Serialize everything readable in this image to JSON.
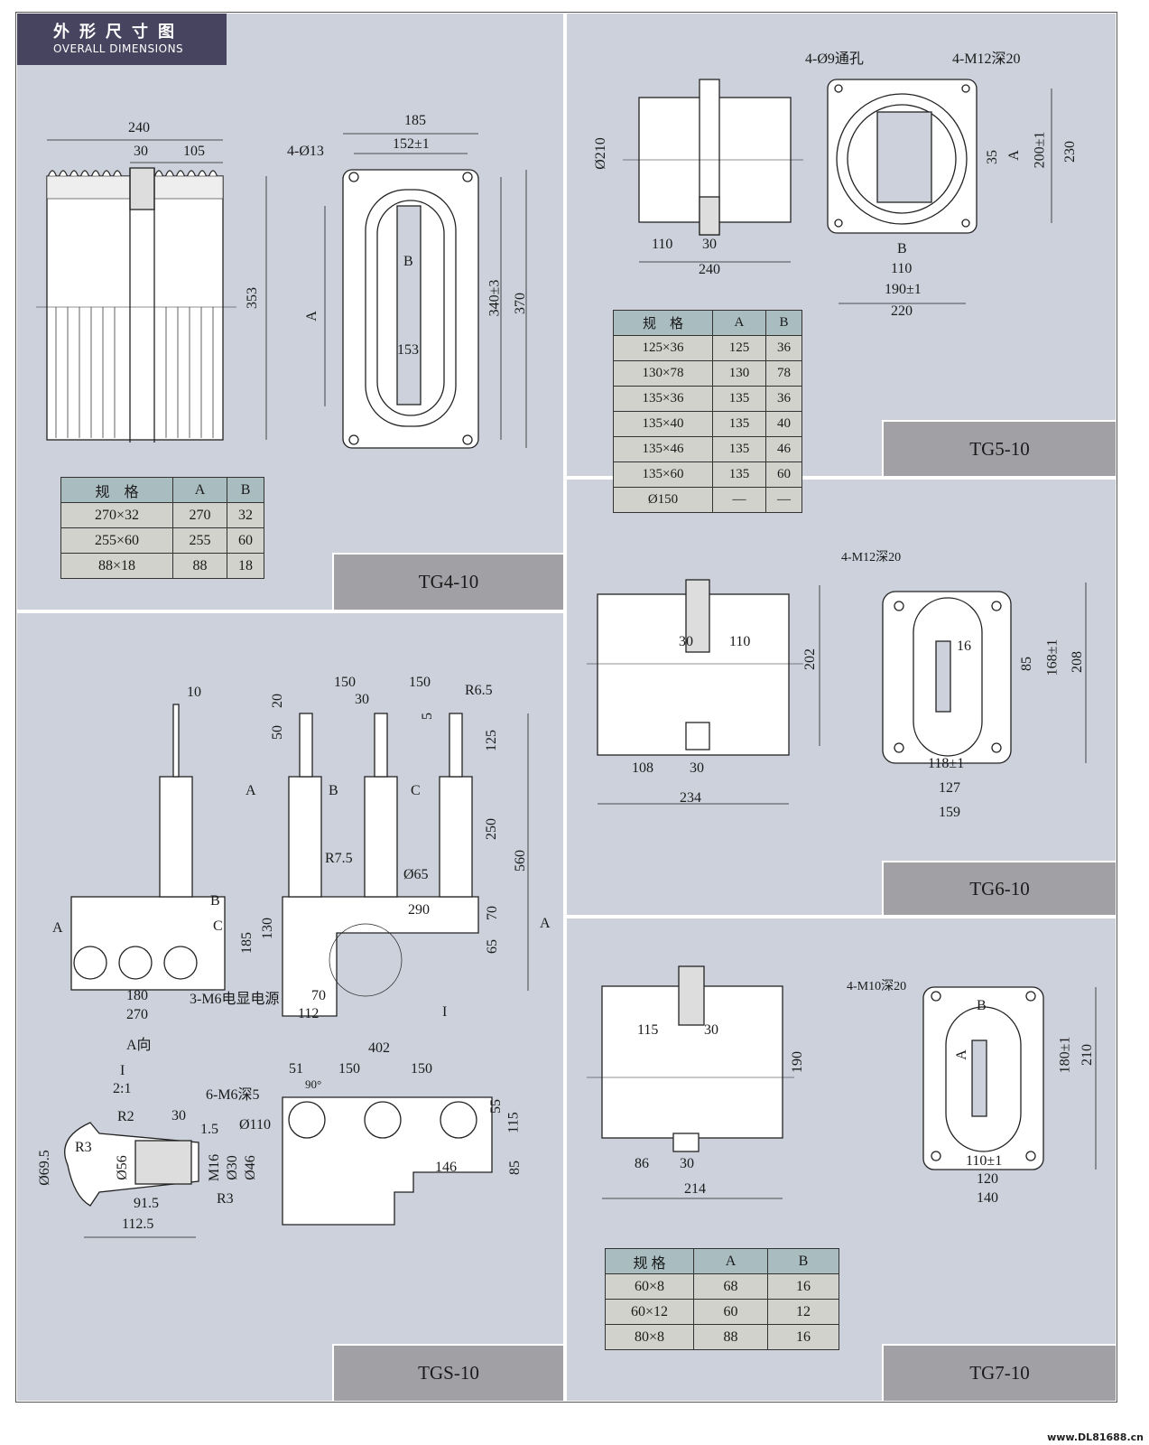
{
  "header": {
    "title_cn": "外形尺寸图",
    "title_en": "OVERALL DIMENSIONS"
  },
  "watermark": "www.DL81688.cn",
  "colors": {
    "panel_bg": "#ccd1dc",
    "header_bg": "#474460",
    "label_bg": "#a1a1a5",
    "table_head": "#a9bcc0",
    "table_cell": "#d2d2cc"
  },
  "panels": {
    "tg4": {
      "model": "TG4-10",
      "dims": {
        "d240": "240",
        "d30": "30",
        "d105": "105",
        "d353": "353",
        "d185": "185",
        "d152": "152±1",
        "holes": "4-Ø13",
        "B": "B",
        "A": "A",
        "d153": "153",
        "d340": "340±3",
        "d370": "370"
      },
      "table": {
        "headers": [
          "规　格",
          "A",
          "B"
        ],
        "rows": [
          [
            "270×32",
            "270",
            "32"
          ],
          [
            "255×60",
            "255",
            "60"
          ],
          [
            "88×18",
            "88",
            "18"
          ]
        ]
      }
    },
    "tg5": {
      "model": "TG5-10",
      "dims": {
        "phi210": "Ø210",
        "d110": "110",
        "d30": "30",
        "d240": "240",
        "holes": "4-Ø9通孔",
        "thread": "4-M12深20",
        "d35": "35",
        "A": "A",
        "d200": "200±1",
        "d230": "230",
        "B": "B",
        "d110b": "110",
        "d190": "190±1",
        "d220": "220"
      },
      "table": {
        "headers": [
          "规　格",
          "A",
          "B"
        ],
        "rows": [
          [
            "125×36",
            "125",
            "36"
          ],
          [
            "130×78",
            "130",
            "78"
          ],
          [
            "135×36",
            "135",
            "36"
          ],
          [
            "135×40",
            "135",
            "40"
          ],
          [
            "135×46",
            "135",
            "46"
          ],
          [
            "135×60",
            "135",
            "60"
          ],
          [
            "Ø150",
            "—",
            "—"
          ]
        ]
      }
    },
    "tg6": {
      "model": "TG6-10",
      "dims": {
        "d30": "30",
        "d110": "110",
        "d202": "202",
        "d108": "108",
        "d30b": "30",
        "d234": "234",
        "thread": "4-M12深20",
        "d16": "16",
        "d85": "85",
        "d168": "168±1",
        "d208": "208",
        "d118": "118±1",
        "d127": "127",
        "d159": "159"
      }
    },
    "tg7": {
      "model": "TG7-10",
      "dims": {
        "d115": "115",
        "d30": "30",
        "d190": "190",
        "d86": "86",
        "d30b": "30",
        "d214": "214",
        "thread": "4-M10深20",
        "B": "B",
        "A": "A",
        "d180": "180±1",
        "d210": "210",
        "d110": "110±1",
        "d120": "120",
        "d140": "140"
      },
      "table": {
        "headers": [
          "规 格",
          "A",
          "B"
        ],
        "rows": [
          [
            "60×8",
            "68",
            "16"
          ],
          [
            "60×12",
            "60",
            "12"
          ],
          [
            "80×8",
            "88",
            "16"
          ]
        ]
      }
    },
    "tgs": {
      "model": "TGS-10",
      "dims": {
        "d10": "10",
        "d150a": "150",
        "d150b": "150",
        "d30": "30",
        "d20": "20",
        "d50": "50",
        "d5": "5",
        "r65": "R6.5",
        "d125": "125",
        "lA": "A",
        "lB": "B",
        "lC": "C",
        "d250": "250",
        "d560": "560",
        "r75": "R7.5",
        "phi65": "Ø65",
        "d290": "290",
        "d70": "70",
        "d65": "65",
        "arrowA": "A",
        "d185": "185",
        "d130": "130",
        "d70b": "70",
        "d112": "112",
        "lI": "I",
        "fA": "A",
        "fB": "B",
        "fC": "C",
        "d180": "180",
        "d270": "270",
        "m6": "3-M6电显电源",
        "viewA": "A向",
        "detailI": "I",
        "scale": "2:1",
        "r2": "R2",
        "r3a": "R3",
        "d30c": "30",
        "d15": "1.5",
        "phi695": "Ø69.5",
        "phi56": "Ø56",
        "m16": "M16",
        "phi30": "Ø30",
        "phi46": "Ø46",
        "r3b": "R3",
        "d915": "91.5",
        "d1125": "112.5",
        "d402": "402",
        "d51": "51",
        "d150c": "150",
        "d150d": "150",
        "deg90": "90°",
        "m6b": "6-M6深5",
        "phi110": "Ø110",
        "d55": "55",
        "d115": "115",
        "d146": "146",
        "d85": "85"
      }
    }
  }
}
